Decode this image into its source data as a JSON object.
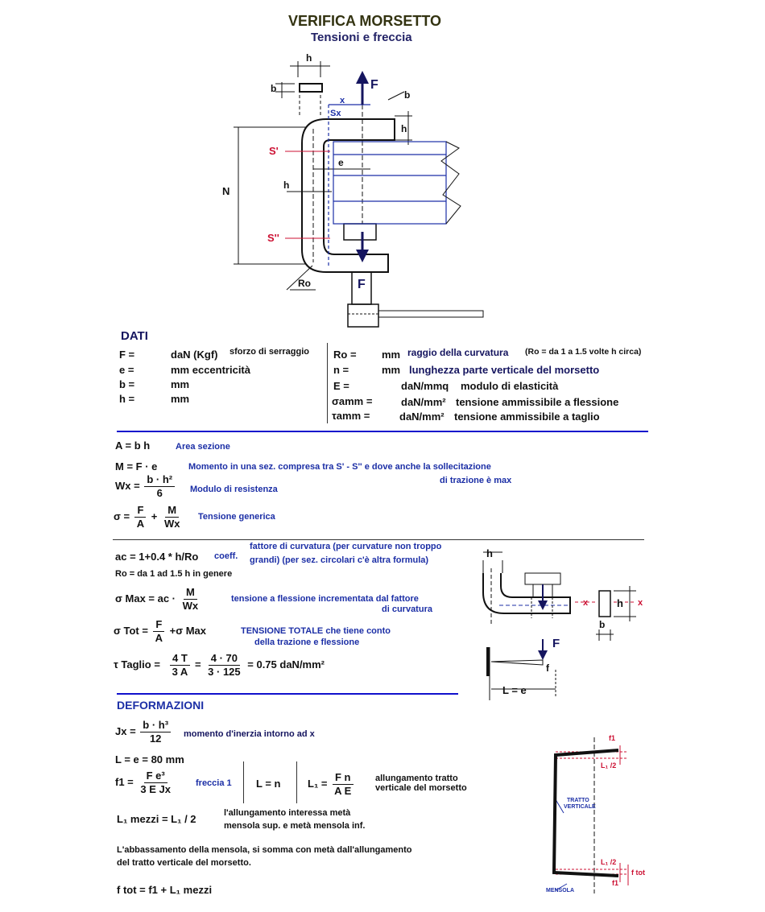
{
  "header": {
    "title": "VERIFICA MORSETTO",
    "subtitle": "Tensioni e freccia"
  },
  "diagram_main": {
    "h": "h",
    "b": "b",
    "F": "F",
    "x": "x",
    "Sx": "Sx",
    "S1": "S'",
    "S2": "S''",
    "e": "e",
    "N": "N",
    "Ro": "Ro"
  },
  "dati": {
    "title": "DATI",
    "left": [
      {
        "sym": "F =",
        "unit": "daN (Kgf)",
        "desc": "sforzo di serraggio"
      },
      {
        "sym": "e =",
        "unit": "mm  eccentricità",
        "desc": ""
      },
      {
        "sym": "b =",
        "unit": "mm",
        "desc": ""
      },
      {
        "sym": "h =",
        "unit": "mm",
        "desc": ""
      }
    ],
    "right": [
      {
        "sym": "Ro =",
        "unit": "mm",
        "desc": "raggio della curvatura",
        "note": "(Ro = da 1 a 1.5 volte h  circa)"
      },
      {
        "sym": "n =",
        "unit": "mm",
        "desc": "lunghezza parte verticale del morsetto",
        "note": ""
      },
      {
        "sym": "E =",
        "unit": "daN/mmq",
        "desc": "modulo di elasticità",
        "note": ""
      },
      {
        "sym": "σamm =",
        "unit": "daN/mm²",
        "desc": "tensione ammissibile a flessione",
        "note": ""
      },
      {
        "sym": "τamm =",
        "unit": "daN/mm²",
        "desc": "tensione ammissibile a taglio",
        "note": ""
      }
    ]
  },
  "formulas": {
    "A": {
      "lhs": "A = b h",
      "desc": "Area sezione"
    },
    "M": {
      "lhs": "M = F · e",
      "desc": "Momento in una sez. compresa tra S' - S''  e dove anche la sollecitazione",
      "desc2": "di trazione è max"
    },
    "Wx": {
      "lhs": "Wx =",
      "num": "b · h²",
      "den": "6",
      "desc": "Modulo di resistenza"
    },
    "sigma": {
      "lhs": "σ =",
      "n1": "F",
      "d1": "A",
      "plus": "+",
      "n2": "M",
      "d2": "Wx",
      "desc": "Tensione generica"
    },
    "ac": {
      "lhs": "ac = 1+0.4 * h/Ro",
      "coeff": "coeff.",
      "desc": "fattore di curvatura (per curvature non troppo",
      "desc2": "grandi)  (per sez. circolari c'è altra formula)"
    },
    "ro": "Ro = da 1 ad 1.5   h    in genere",
    "smax": {
      "lhs": "σ Max = ac ·",
      "num": "M",
      "den": "Wx",
      "desc": "tensione a flessione incrementata dal fattore",
      "desc2": "di curvatura"
    },
    "stot": {
      "lhs": "σ Tot =",
      "num": "F",
      "den": "A",
      "rhs": "+σ Max",
      "desc": "TENSIONE TOTALE che tiene conto",
      "desc2": "della trazione e flessione"
    },
    "tau": {
      "lhs": "τ Taglio =",
      "n1": "4  T",
      "d1": "3  A",
      "eq": "=",
      "n2": "4 · 70",
      "d2": "3 · 125",
      "res": "= 0.75  daN/mm²"
    }
  },
  "deform": {
    "title": "DEFORMAZIONI",
    "jx": {
      "lhs": "Jx =",
      "num": "b · h³",
      "den": "12",
      "desc": "momento d'inerzia intorno ad x"
    },
    "L": "L = e = 80 mm",
    "f1": {
      "lhs": "f1 =",
      "num": "F   e³",
      "den": "3  E  Jx",
      "desc": "freccia 1"
    },
    "Ln": "L = n",
    "L1": {
      "lhs": "L₁ =",
      "num": "F  n",
      "den": "A  E",
      "desc": "allungamento tratto",
      "desc2": "verticale del morsetto"
    },
    "L1m": {
      "lhs": "L₁ mezzi =  L₁ / 2",
      "desc": "l'allungamento interessa metà",
      "desc2": "mensola sup. e metà mensola inf."
    },
    "note1": "L'abbassamento della mensola, si somma con metà dall'allungamento",
    "note2": "del tratto verticale del morsetto.",
    "ftot": "f tot = f1 +  L₁ mezzi"
  },
  "diagram_side": {
    "h": "h",
    "x": "x",
    "b": "b",
    "F": "F",
    "f": "f",
    "Le": "L = e"
  },
  "diagram_defl": {
    "f1": "f1",
    "L1_2a": "L₁ /2",
    "tratto": "TRATTO",
    "verticale": "VERTICALE",
    "L1_2b": "L₁ /2",
    "ftot": "f tot",
    "f1b": "f1",
    "mensola": "MENSOLA"
  },
  "colors": {
    "blue": "#1c2fa6",
    "rule": "#1010cc",
    "red": "#cc1133",
    "dark": "#15155f"
  }
}
